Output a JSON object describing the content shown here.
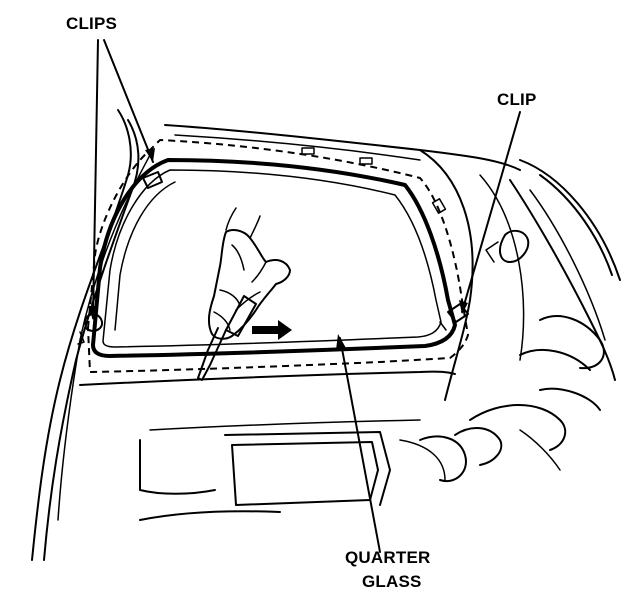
{
  "labels": {
    "clips": "CLIPS",
    "clip": "CLIP",
    "quarter_line1": "QUARTER",
    "quarter_line2": "GLASS"
  },
  "colors": {
    "ink": "#000000",
    "paper": "#ffffff"
  }
}
